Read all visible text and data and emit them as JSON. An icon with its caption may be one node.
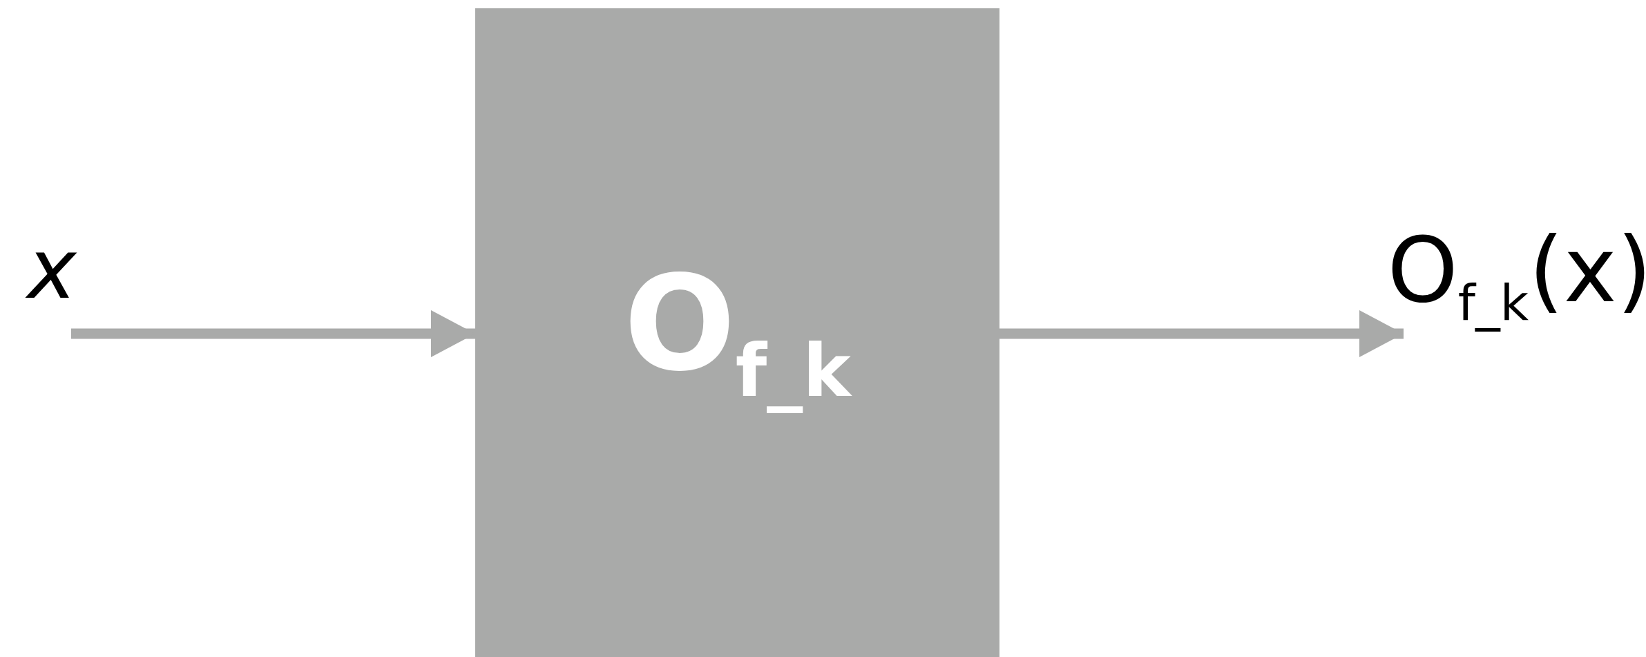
{
  "diagram": {
    "nodes": [
      {
        "text": [
          "x"
        ]
      },
      {
        "text": [
          "O$_{f_k}$"
        ]
      },
      {
        "text": [
          "O$_{f_k}$(x)"
        ]
      }
    ],
    "edges": [
      {
        "from": 0,
        "to": 1,
        "arrow": "to"
      },
      {
        "from": 1,
        "to": 2,
        "arrow": "to"
      }
    ]
  }
}
